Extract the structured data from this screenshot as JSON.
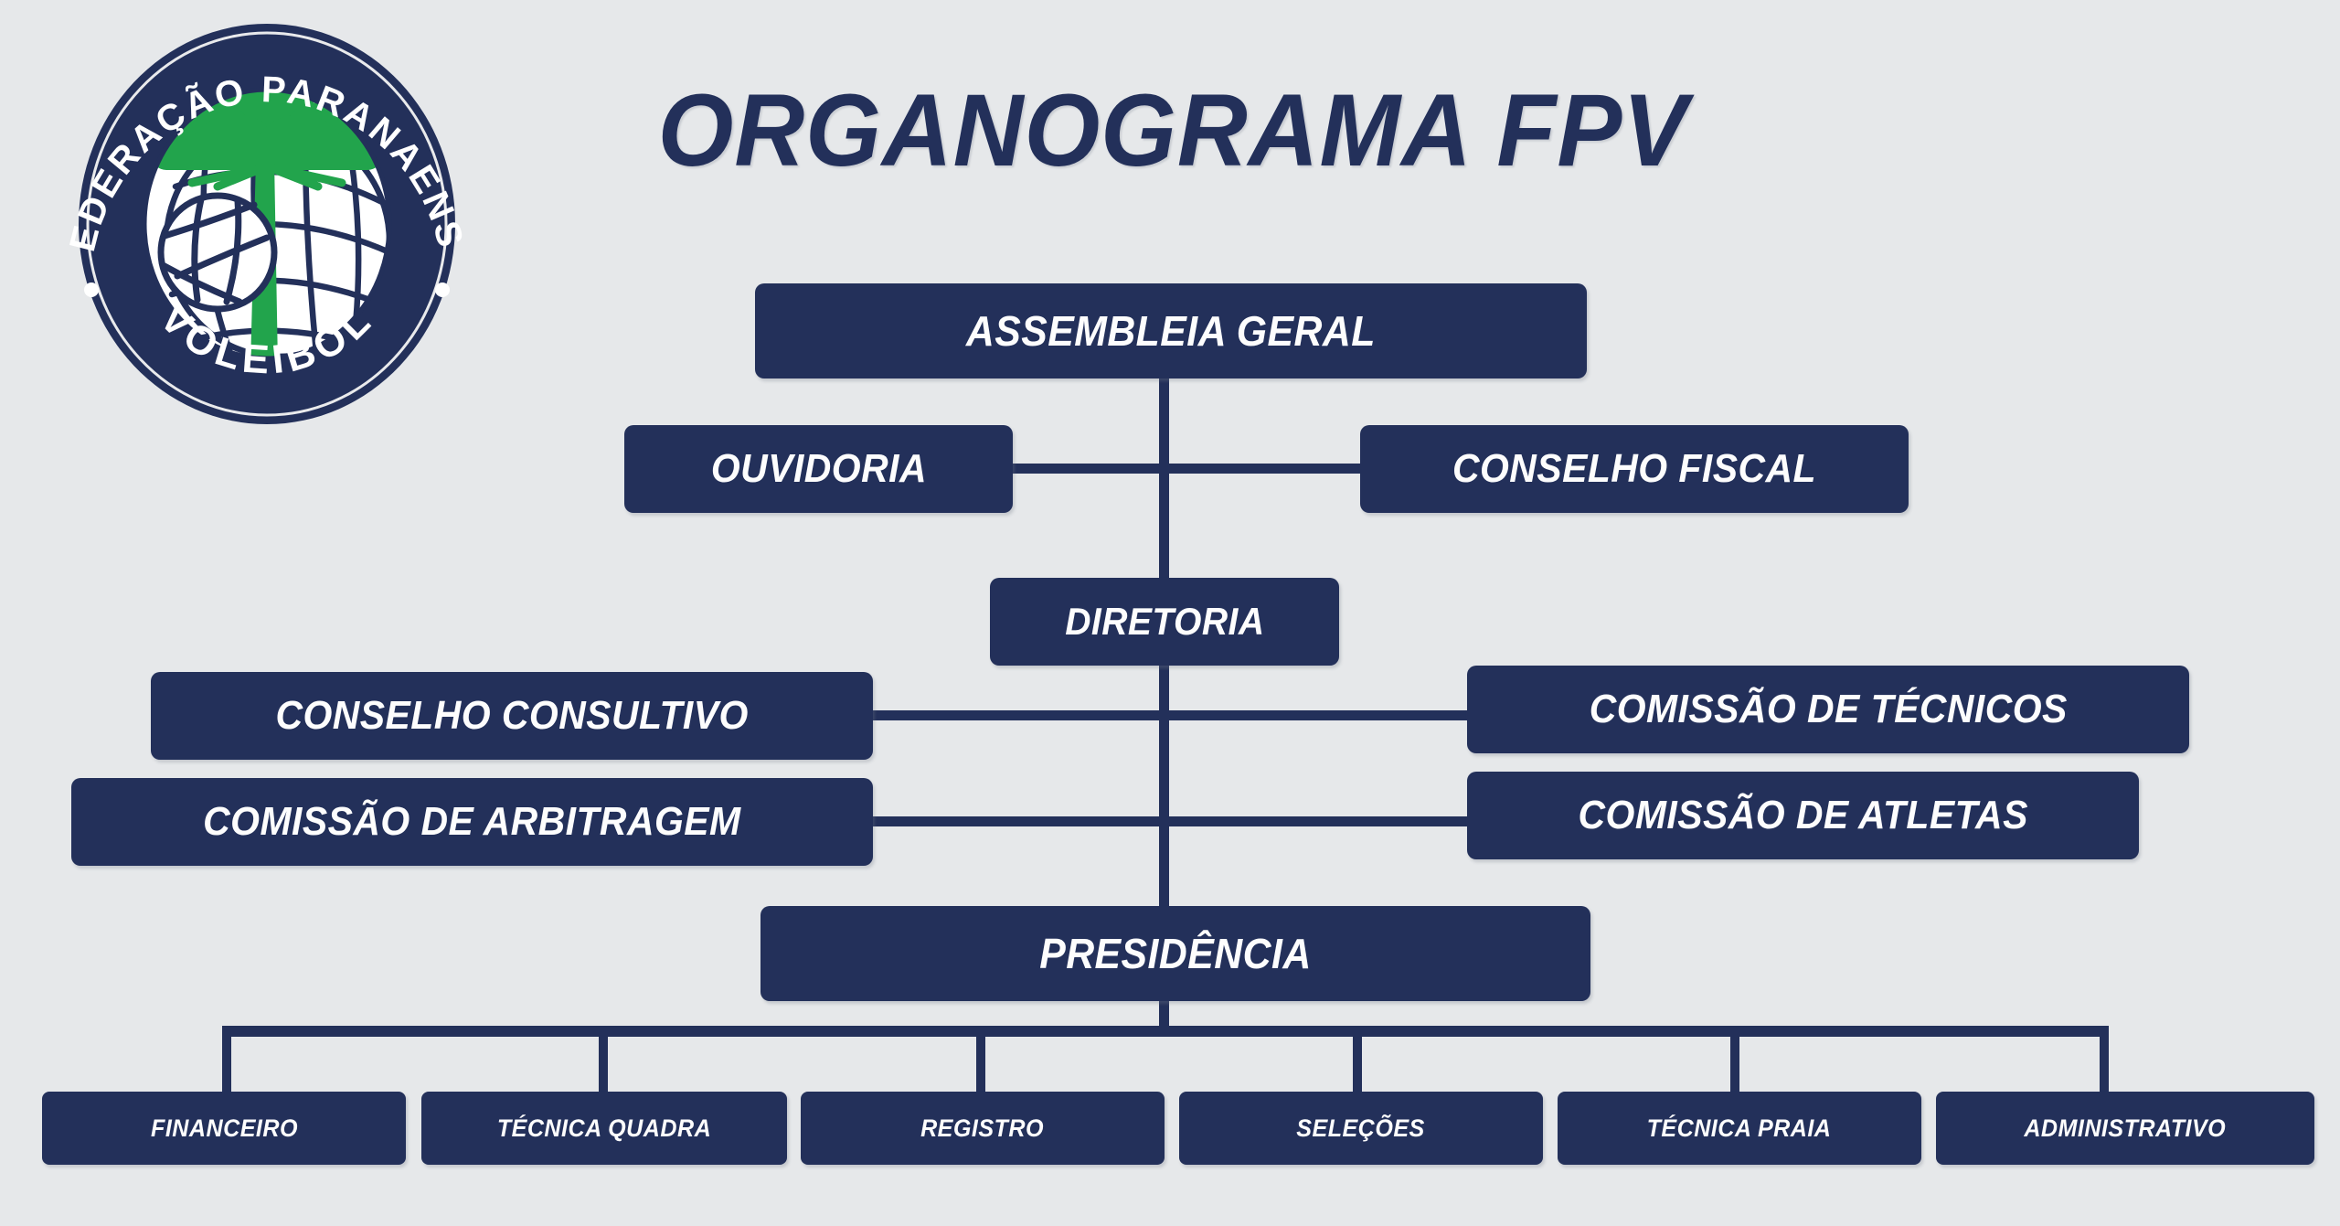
{
  "page": {
    "title": "ORGANOGRAMA FPV",
    "background_color": "#e6e8ea",
    "navy": "#23305a",
    "green": "#22a44c",
    "text_color": "#fdfdfd"
  },
  "logo": {
    "name": "fpv-crest",
    "top_text": "FEDERAÇÃO PARANAENSE",
    "bottom_text": "VOLEIBOL",
    "elements": [
      "araucaria-tree",
      "volleyball",
      "net-globe",
      "green-swoosh"
    ]
  },
  "chart_data": {
    "type": "diagram",
    "diagram_kind": "organizational-chart",
    "title": "ORGANOGRAMA FPV",
    "nodes": [
      {
        "id": "assembleia",
        "label": "ASSEMBLEIA GERAL",
        "level": 1
      },
      {
        "id": "ouvidoria",
        "label": "OUVIDORIA",
        "level": 2
      },
      {
        "id": "fiscal",
        "label": "CONSELHO FISCAL",
        "level": 2
      },
      {
        "id": "diretoria",
        "label": "DIRETORIA",
        "level": 3
      },
      {
        "id": "consultivo",
        "label": "CONSELHO CONSULTIVO",
        "level": 4
      },
      {
        "id": "tecnicos",
        "label": "COMISSÃO DE TÉCNICOS",
        "level": 4
      },
      {
        "id": "arbitragem",
        "label": "COMISSÃO DE ARBITRAGEM",
        "level": 4
      },
      {
        "id": "atletas",
        "label": "COMISSÃO DE ATLETAS",
        "level": 4
      },
      {
        "id": "presidencia",
        "label": "PRESIDÊNCIA",
        "level": 5
      },
      {
        "id": "financeiro",
        "label": "FINANCEIRO",
        "level": 6
      },
      {
        "id": "tec_quadra",
        "label": "TÉCNICA QUADRA",
        "level": 6
      },
      {
        "id": "registro",
        "label": "REGISTRO",
        "level": 6
      },
      {
        "id": "selecoes",
        "label": "SELEÇÕES",
        "level": 6
      },
      {
        "id": "tec_praia",
        "label": "TÉCNICA PRAIA",
        "level": 6
      },
      {
        "id": "administrativo",
        "label": "ADMINISTRATIVO",
        "level": 6
      }
    ],
    "edges": [
      {
        "from": "assembleia",
        "to": "ouvidoria"
      },
      {
        "from": "assembleia",
        "to": "fiscal"
      },
      {
        "from": "assembleia",
        "to": "diretoria"
      },
      {
        "from": "diretoria",
        "to": "consultivo"
      },
      {
        "from": "diretoria",
        "to": "tecnicos"
      },
      {
        "from": "diretoria",
        "to": "arbitragem"
      },
      {
        "from": "diretoria",
        "to": "atletas"
      },
      {
        "from": "diretoria",
        "to": "presidencia"
      },
      {
        "from": "presidencia",
        "to": "financeiro"
      },
      {
        "from": "presidencia",
        "to": "tec_quadra"
      },
      {
        "from": "presidencia",
        "to": "registro"
      },
      {
        "from": "presidencia",
        "to": "selecoes"
      },
      {
        "from": "presidencia",
        "to": "tec_praia"
      },
      {
        "from": "presidencia",
        "to": "administrativo"
      }
    ]
  }
}
